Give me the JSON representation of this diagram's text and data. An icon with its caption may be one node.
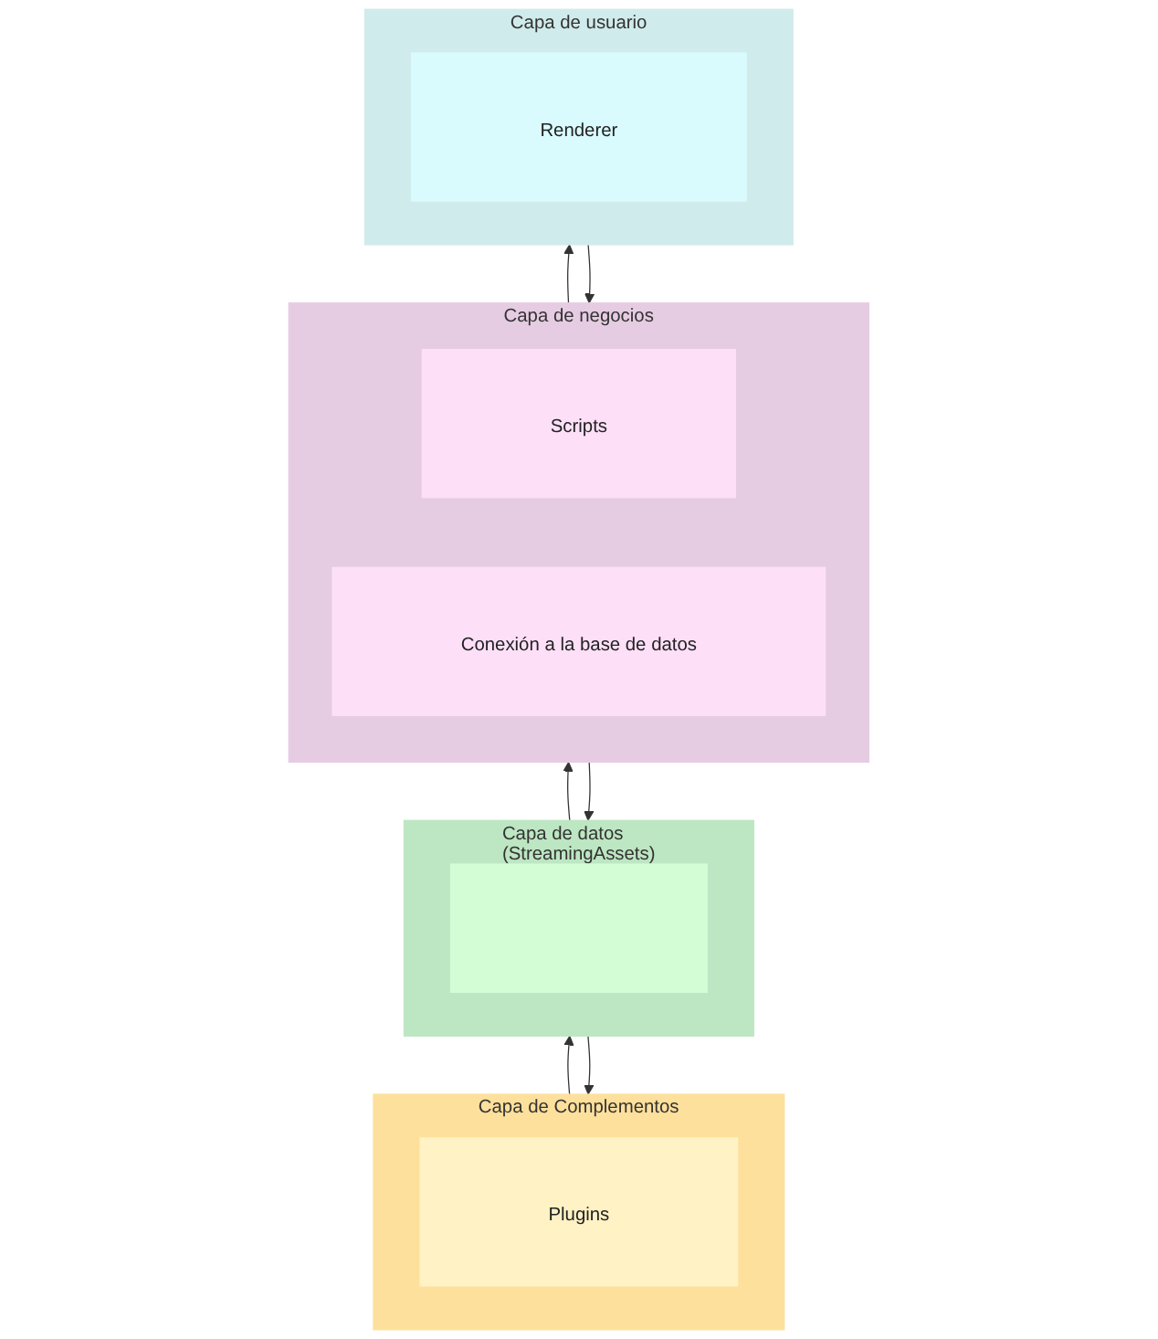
{
  "diagram": {
    "nodes": [
      {
        "text": [
          "Capa de usuario"
        ]
      },
      {
        "text": [
          "Renderer"
        ],
        "in": 0
      },
      {
        "text": [
          "Capa de negocios"
        ]
      },
      {
        "text": [
          "Scripts"
        ],
        "in": 2
      },
      {
        "text": [
          "Conexión a la base de datos"
        ],
        "in": 2
      },
      {
        "text": [
          "Capa de datos (StreamingAssets)"
        ]
      },
      {
        "text": [],
        "shape": "box",
        "in": 5
      },
      {
        "text": [
          "Capa de Complementos"
        ]
      },
      {
        "text": [
          "Plugins"
        ],
        "in": 7
      }
    ],
    "edges": [
      {
        "from": 0,
        "to": 2,
        "arrow": "to"
      },
      {
        "from": 2,
        "to": 0,
        "arrow": "to"
      },
      {
        "from": 2,
        "to": 5,
        "arrow": "to"
      },
      {
        "from": 5,
        "to": 2,
        "arrow": "to"
      },
      {
        "from": 5,
        "to": 7,
        "arrow": "to"
      },
      {
        "from": 7,
        "to": 5,
        "arrow": "to"
      }
    ]
  }
}
